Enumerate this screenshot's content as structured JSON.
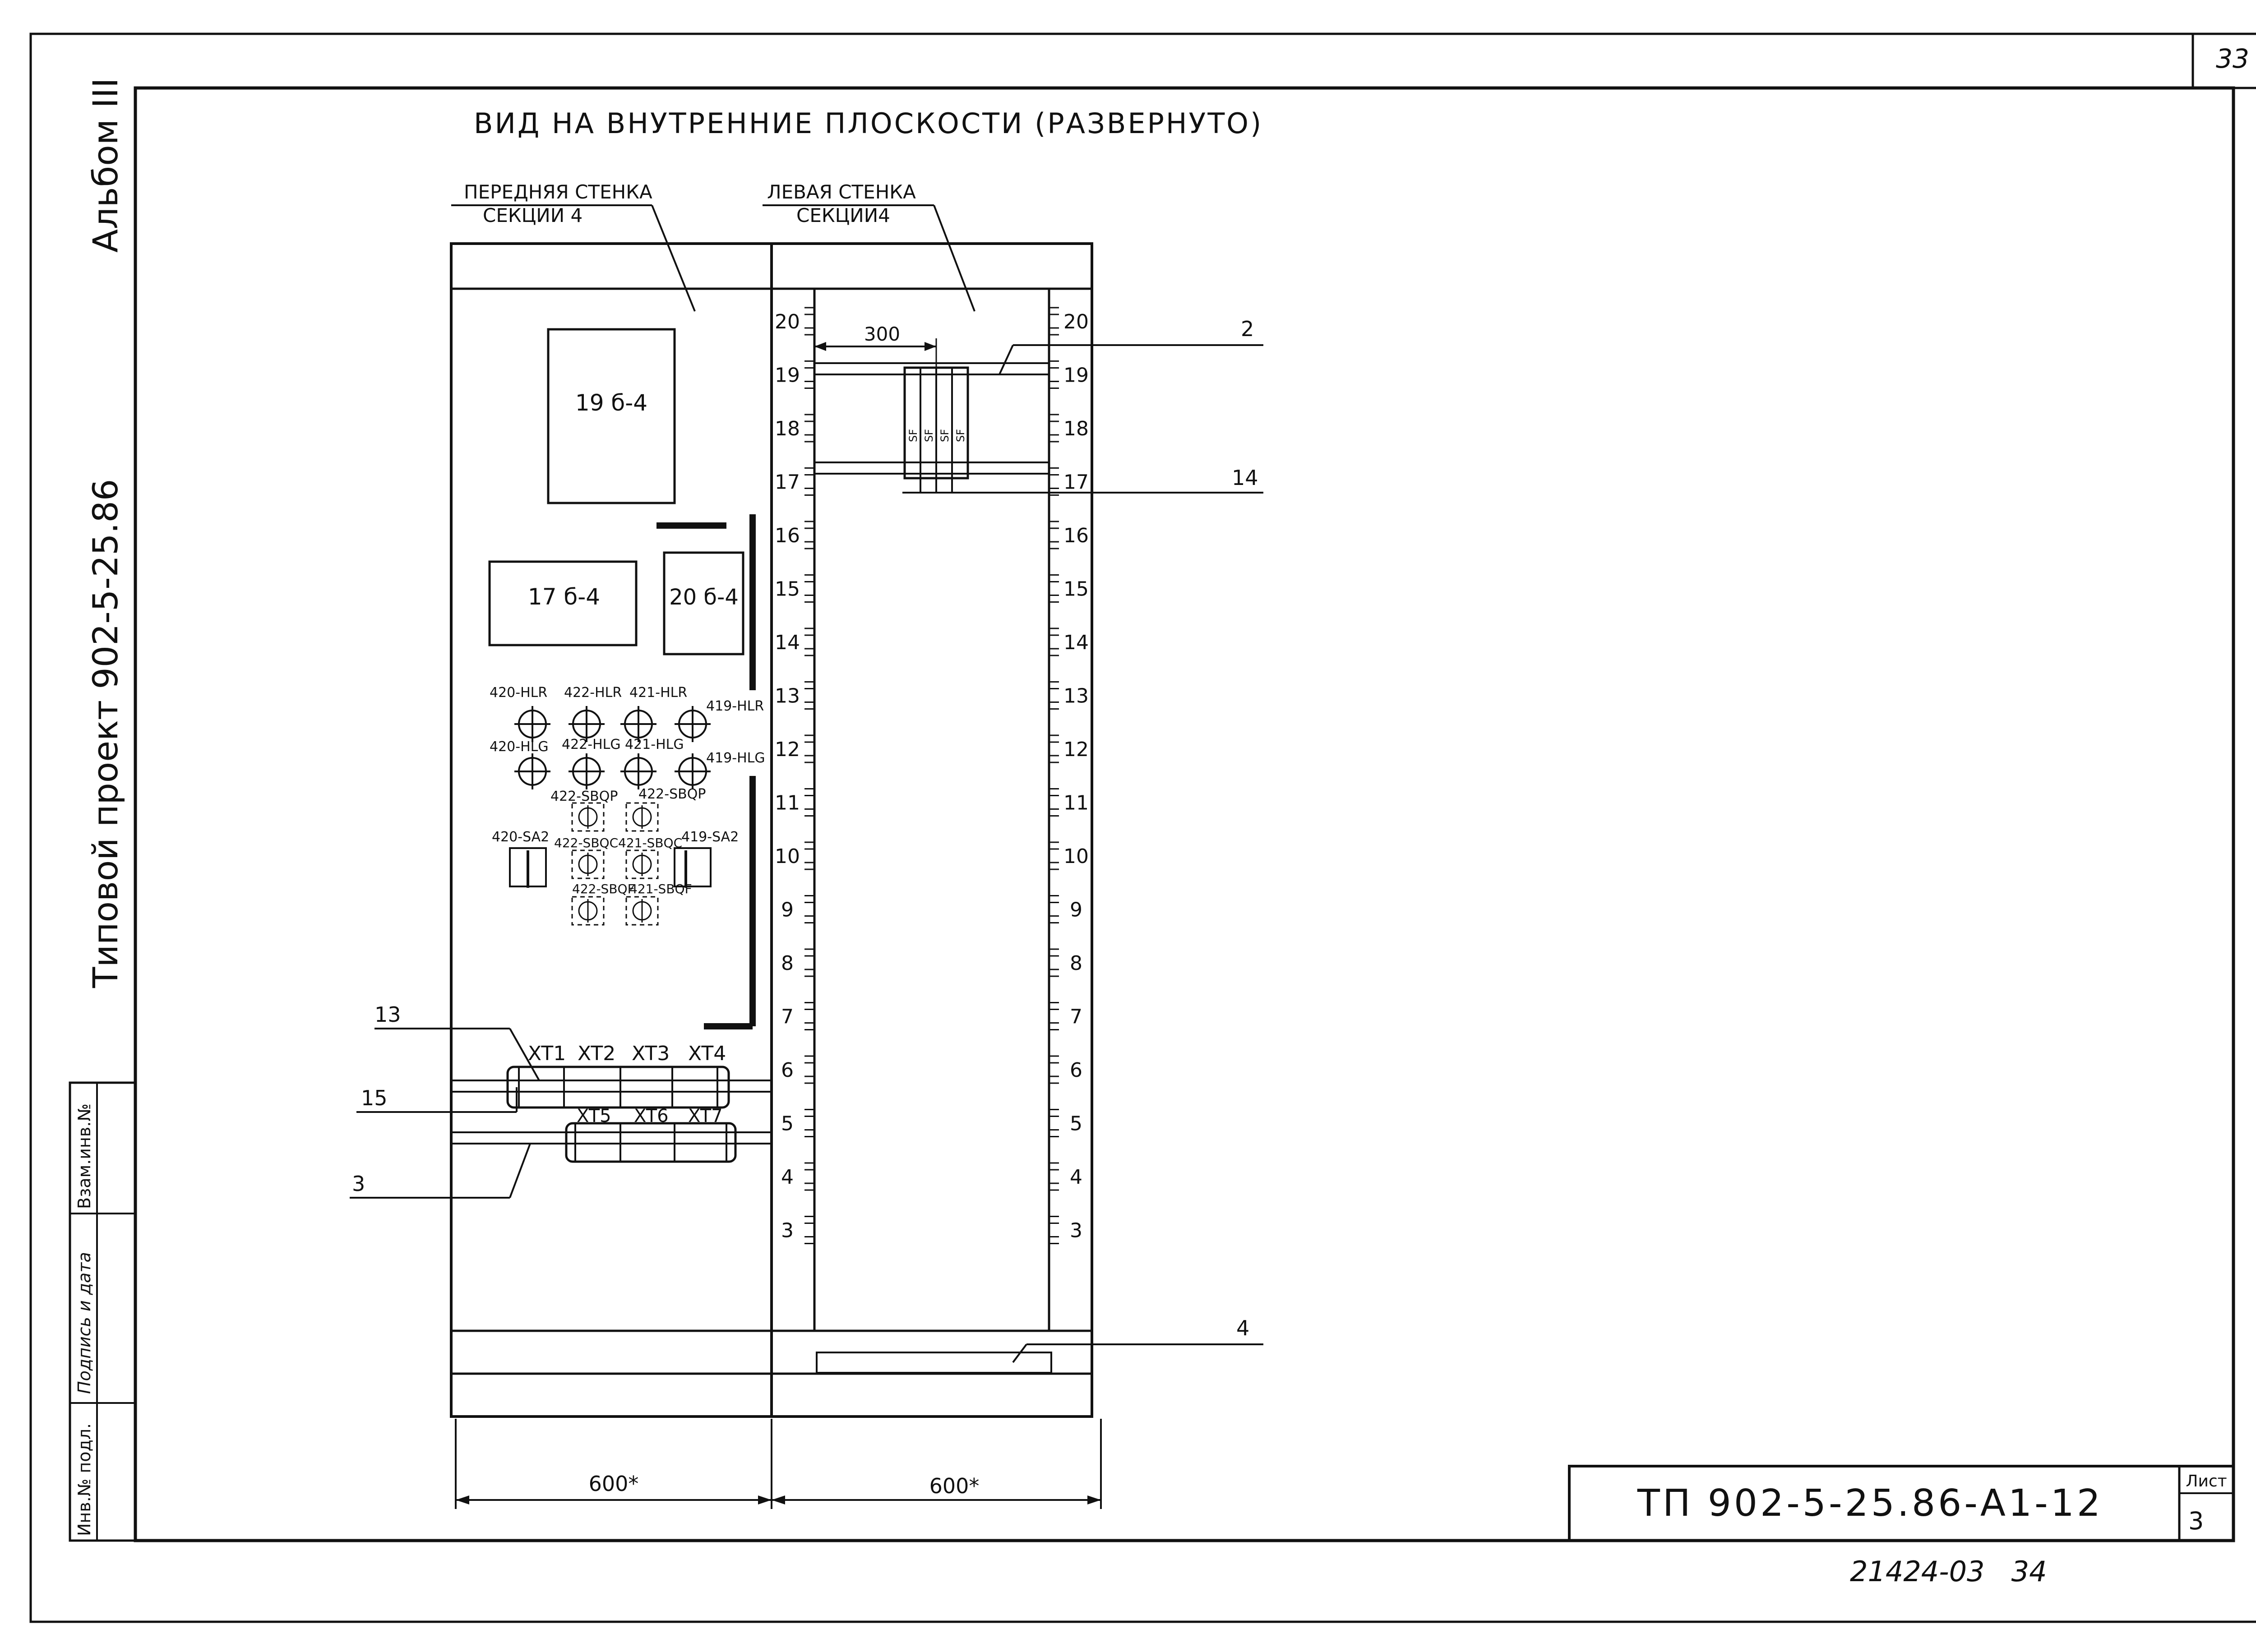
{
  "sheet": {
    "page_number_top": "33",
    "album": "Альбом III",
    "project": "Типовой проект 902-5-25.86",
    "title": "ВИД НА ВНУТРЕННИЕ ПЛОСКОСТИ (РАЗВЕРНУТО)",
    "front_wall_label": [
      "ПЕРЕДНЯЯ СТЕНКА",
      "СЕКЦИИ 4"
    ],
    "left_wall_label": [
      "ЛЕВАЯ СТЕНКА",
      "СЕКЦИИ4"
    ],
    "dimension_300": "300",
    "dim_front": "600*",
    "dim_left": "600*",
    "designation": "ТП 902-5-25.86-А1-12",
    "list_header": "Лист",
    "list_number": "3",
    "bottom_note": "21424-03   34"
  },
  "side_stamp": {
    "cells": [
      "Взам.инв.№",
      "Подпись и дата",
      "Инв.№ подл."
    ]
  },
  "panels": {
    "box1": "19 б-4",
    "box2": "17 б-4",
    "box3": "20 б-4"
  },
  "indicators": {
    "hlr": [
      "420-HLR",
      "422-HLR",
      "421-HLR",
      "419-HLR"
    ],
    "hlg": [
      "420-HLG",
      "422-HLG",
      "421-HLG",
      "419-HLG"
    ],
    "sbqp": [
      "422-SBQP",
      "422-SBQP"
    ],
    "sa": [
      "420-SA2",
      "419-SA2"
    ],
    "sbqc": [
      "422-SBQC",
      "421-SBQC"
    ],
    "sbqf": [
      "422-SBQF",
      "421-SBQF"
    ]
  },
  "terminals": {
    "row1": [
      "XT1",
      "XT2",
      "XT3",
      "XT4"
    ],
    "row2": [
      "XT5",
      "XT6",
      "XT7"
    ]
  },
  "breaker_label": "SF",
  "scale_numbers": [
    "20",
    "19",
    "18",
    "17",
    "16",
    "15",
    "14",
    "13",
    "12",
    "11",
    "10",
    "9",
    "8",
    "7",
    "6",
    "5",
    "4",
    "3"
  ],
  "callouts": {
    "c2": "2",
    "c14": "14",
    "c4": "4",
    "c13": "13",
    "c15": "15",
    "c3": "3"
  }
}
